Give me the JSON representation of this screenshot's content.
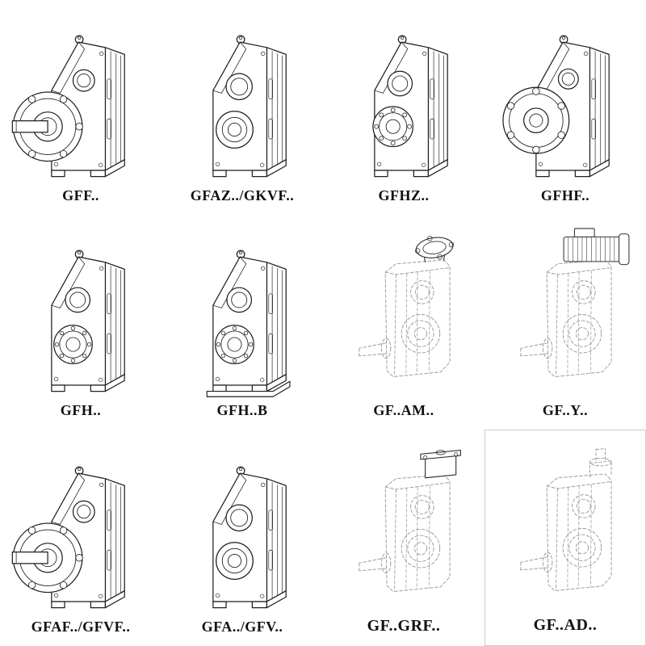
{
  "colors": {
    "background": "#ffffff",
    "line": "#1f1f1f",
    "phantom": "#9a9a9a",
    "label": "#111111",
    "border": "#cccccc"
  },
  "grid": {
    "columns": 4,
    "rows": 3,
    "cells": [
      {
        "label": "GFF..",
        "drawing": "gearbox-output-flange-with-shaft"
      },
      {
        "label": "GFAZ../GKVF..",
        "drawing": "gearbox-hollow-shaft"
      },
      {
        "label": "GFHZ..",
        "drawing": "gearbox-hollow-shaft-shrink-disc"
      },
      {
        "label": "GFHF..",
        "drawing": "gearbox-flange-face"
      },
      {
        "label": "GFH..",
        "drawing": "gearbox-hollow-shaft-cover"
      },
      {
        "label": "GFH..B",
        "drawing": "gearbox-hollow-shaft-baseplate"
      },
      {
        "label": "GF..AM..",
        "drawing": "gearbox-phantom-with-iec-input-flange"
      },
      {
        "label": "GF..Y..",
        "drawing": "gearbox-phantom-with-motor"
      },
      {
        "label": "GFAF../GFVF..",
        "drawing": "gearbox-output-flange-with-shaft"
      },
      {
        "label": "GFA../GFV..",
        "drawing": "gearbox-hollow-shaft"
      },
      {
        "label": "GF..GRF..",
        "drawing": "gearbox-phantom-with-adapter"
      },
      {
        "label": "GF..AD..",
        "drawing": "gearbox-phantom-with-input-shaft"
      }
    ]
  }
}
